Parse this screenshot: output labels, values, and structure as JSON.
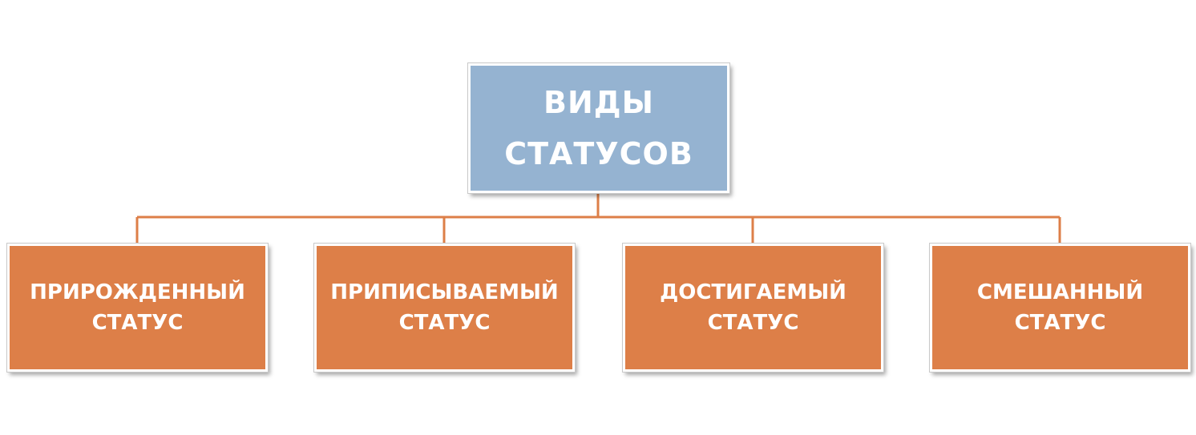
{
  "colors": {
    "root_fill": "#95b3d1",
    "child_fill": "#dd7f48",
    "connector": "#dd7f48",
    "text": "#ffffff"
  },
  "root": {
    "line1": "ВИДЫ",
    "line2": "СТАТУСОВ"
  },
  "children": [
    {
      "line1": "ПРИРОЖДЕННЫЙ",
      "line2": "СТАТУС"
    },
    {
      "line1": "ПРИПИСЫВАЕМЫЙ",
      "line2": "СТАТУС"
    },
    {
      "line1": "ДОСТИГАЕМЫЙ",
      "line2": "СТАТУС"
    },
    {
      "line1": "СМЕШАННЫЙ",
      "line2": "СТАТУС"
    }
  ]
}
